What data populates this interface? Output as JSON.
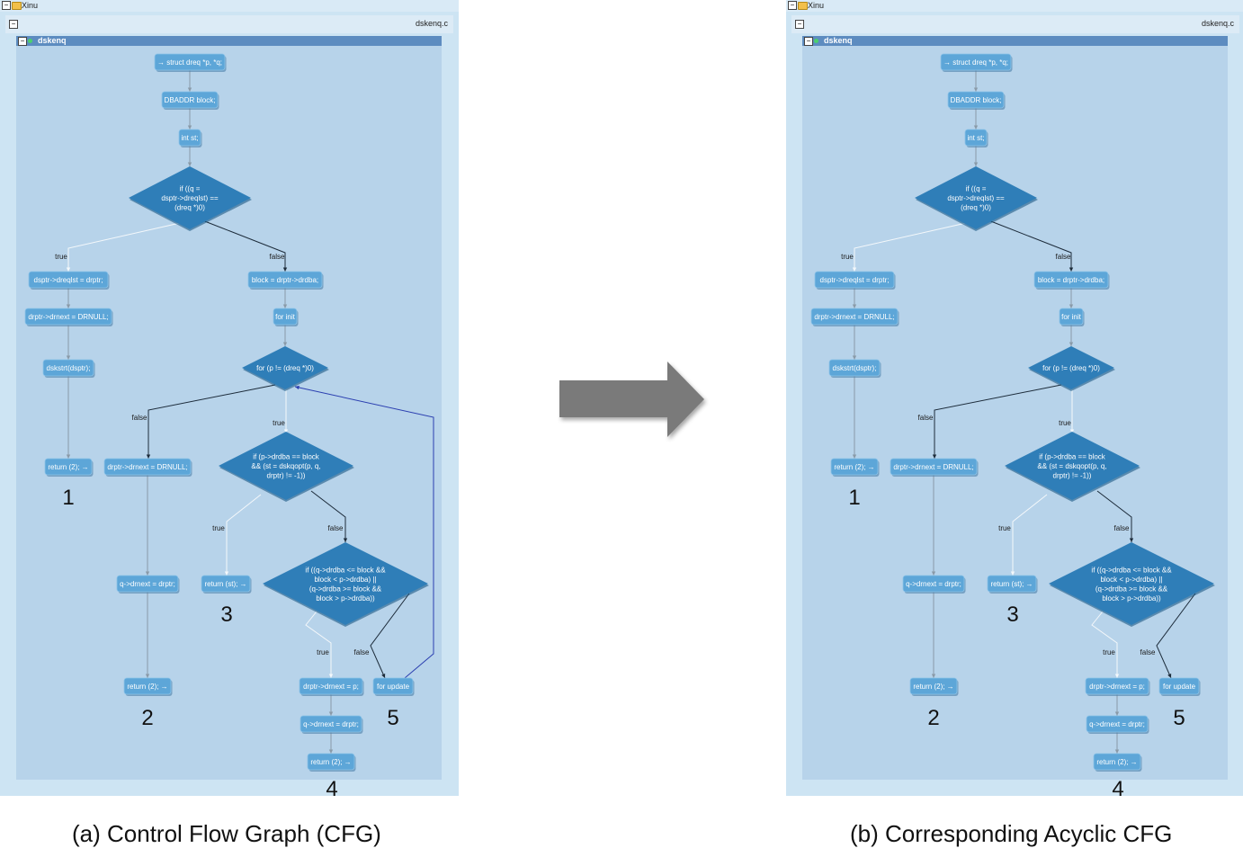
{
  "panels": [
    {
      "id": "cfg",
      "window_title": "Xinu",
      "file_name": "dskenq.c",
      "function_name": "dskenq",
      "back_edge": true,
      "caption": "(a) Control Flow Graph (CFG)"
    },
    {
      "id": "acyclic",
      "window_title": "Xinu",
      "file_name": "dskenq.c",
      "function_name": "dskenq",
      "back_edge": false,
      "caption": "(b) Corresponding Acyclic CFG"
    }
  ],
  "graph": {
    "nodes": {
      "n_struct": "→ struct dreq *p, *q;",
      "n_dbaddr": "DBADDR block;",
      "n_int": "int st;",
      "d_if_q": [
        "if ((q =",
        "dsptr->dreqlst) ==",
        "(dreq *)0)"
      ],
      "n_dsptr_dreqlst": "dsptr->dreqlst = drptr;",
      "n_drptr_drnext_null1": "drptr->drnext = DRNULL;",
      "n_dskstrt": "dskstrt(dsptr);",
      "n_return2_a": "return (2); →",
      "n_block": "block = drptr->drdba;",
      "n_for_init": "for init",
      "d_for": [
        "for (p != (dreq *)0)"
      ],
      "n_drptr_drnext_null2": "drptr->drnext = DRNULL;",
      "n_q_drnext_a": "q->drnext = drptr;",
      "n_return2_b": "return (2); →",
      "d_if_p": [
        "if (p->drdba == block",
        "&& (st = dskqopt(p, q,",
        "drptr) != -1))"
      ],
      "n_return_st": "return (st); →",
      "d_if_q2": [
        "if ((q->drdba <= block &&",
        "block < p->drdba) ||",
        "(q->drdba >= block &&",
        "block > p->drdba))"
      ],
      "n_drptr_drnext_p": "drptr->drnext = p;",
      "n_q_drnext_b": "q->drnext = drptr;",
      "n_return2_c": "return (2); →",
      "n_for_update": "for update"
    },
    "edge_labels": {
      "true": "true",
      "false": "false"
    },
    "exit_numbers": [
      "1",
      "2",
      "3",
      "4",
      "5"
    ]
  },
  "colors": {
    "panel_bg": "#cde4f3",
    "canvas_bg": "#b7d3ea",
    "header_bar": "#5d8cc0",
    "node_fill": "#5da6d8",
    "diamond_fill": "#2f7eb8",
    "back_edge": "#2b3fb0",
    "arrow_gray": "#7a7a7a"
  },
  "icons": [
    "collapse-icon",
    "folder-icon",
    "function-icon",
    "right-arrow-icon"
  ]
}
